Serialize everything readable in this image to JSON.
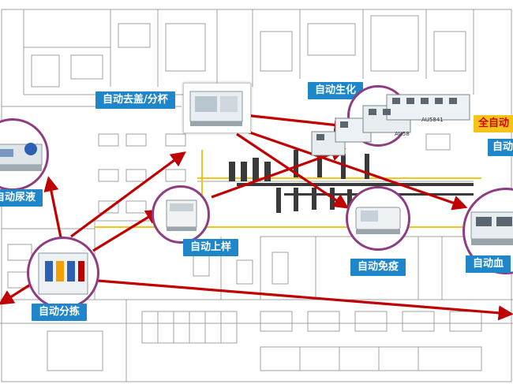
{
  "colors": {
    "label_bg": "#1f86c9",
    "arrow": "#c00000",
    "node_ring": "#8e3d82",
    "conveyor": "#f2c61a",
    "plan_line": "#9a9a9a"
  },
  "labels": {
    "decap": "自动去盖/分杯",
    "biochem": "自动生化",
    "full_auto": "全自动",
    "biochem_partial": "自动",
    "urine": "自动尿液",
    "loading": "自动上样",
    "immuno": "自动免疫",
    "sorting": "自动分拣",
    "blood": "自动血"
  },
  "analyzer_tags": {
    "aus_a": "AU5841",
    "aus_b": "AU58"
  }
}
